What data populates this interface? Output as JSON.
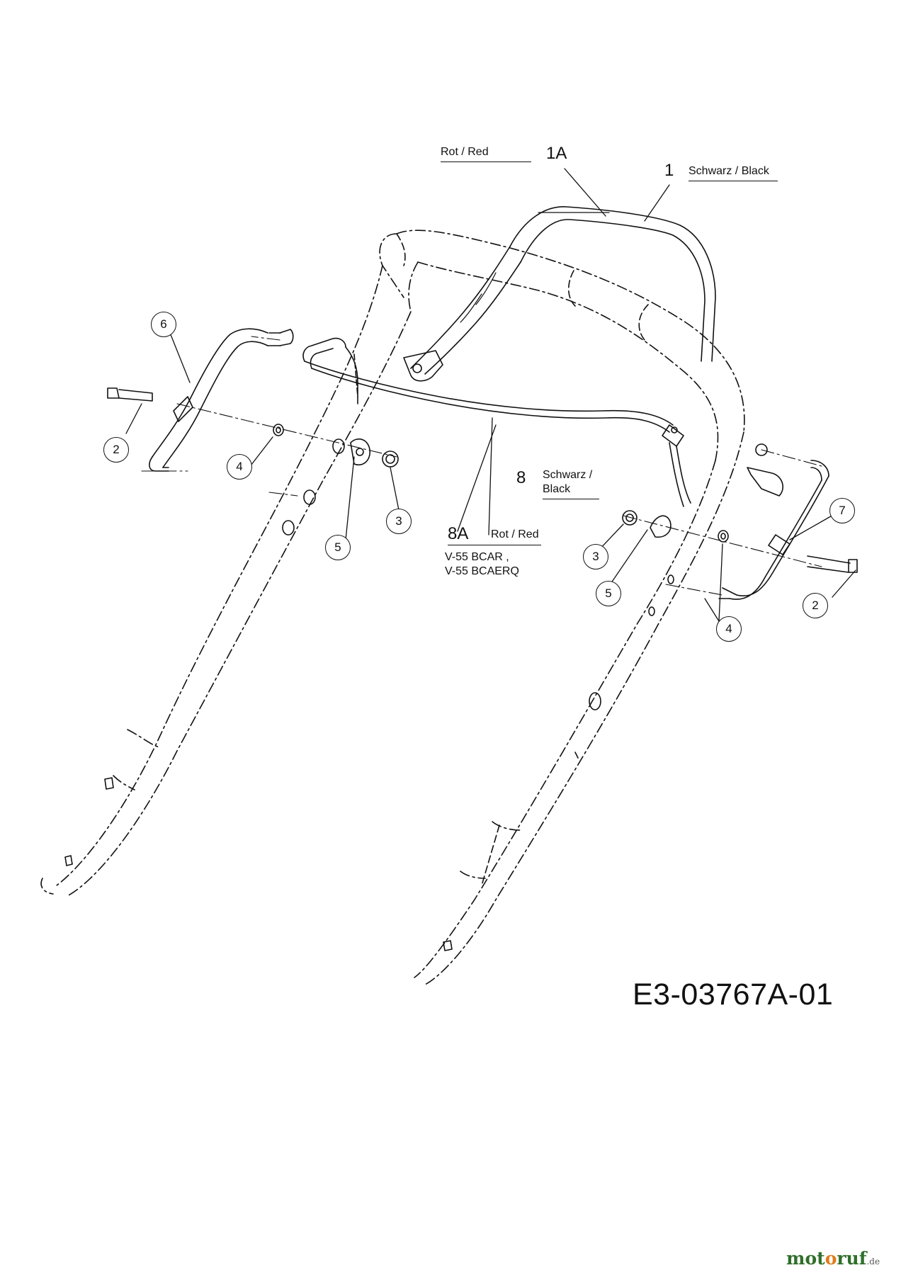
{
  "labels": {
    "part_1": "1",
    "part_1_color": "Schwarz / Black",
    "part_1A": "1A",
    "part_1A_color": "Rot / Red",
    "part_8": "8",
    "part_8_color_line1": "Schwarz /",
    "part_8_color_line2": "Black",
    "part_8A": "8A",
    "part_8A_color": "Rot / Red",
    "part_8A_models_line1": "V-55 BCAR ,",
    "part_8A_models_line2": "V-55 BCAERQ"
  },
  "callouts": {
    "c2_left": "2",
    "c2_right": "2",
    "c3_left": "3",
    "c3_right": "3",
    "c4_left": "4",
    "c4_right": "4",
    "c5_left": "5",
    "c5_right": "5",
    "c6": "6",
    "c7": "7"
  },
  "drawing_code": "E3-03767A-01",
  "watermark": {
    "brand_prefix": "mot",
    "brand_o": "o",
    "brand_suffix": "ruf",
    "tld": ".de"
  }
}
